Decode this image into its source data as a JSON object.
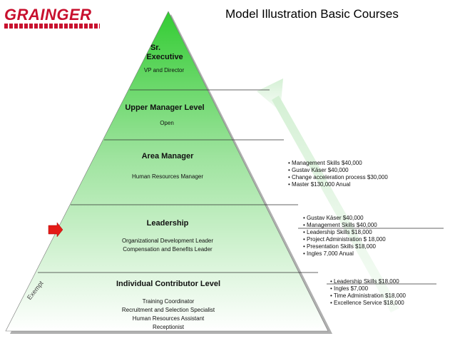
{
  "header": {
    "logo_text": "GRAINGER",
    "title": "Model Illustration Basic Courses"
  },
  "pyramid": {
    "levels": [
      {
        "title_line1": "Sr.",
        "title_line2": "Executive",
        "subtitle_lines": [
          "VP and Director"
        ]
      },
      {
        "title": "Upper Manager Level",
        "subtitle_lines": [
          "Open"
        ]
      },
      {
        "title": "Area Manager",
        "subtitle_lines": [
          "Human Resources Manager"
        ]
      },
      {
        "title": "Leadership",
        "subtitle_lines": [
          "Organizational Development Leader",
          "Compensation and Benefits  Leader"
        ]
      },
      {
        "title": "Individual Contributor Level",
        "subtitle_lines": [
          "Training Coordinator",
          "Recruitment and Selection Specialist",
          "Human Resources Assistant",
          "Receptionist"
        ]
      }
    ],
    "exempt_label": "Exempt"
  },
  "course_lists": {
    "area_manager": [
      "• Management Skills $40,000",
      "• Gustav  Käser $40,000",
      "• Change acceleration process $30,000",
      "• Master $130,000 Anual"
    ],
    "leadership": [
      "• Gustav Käser $40,000",
      "• Management Skills  $40,000",
      "• Leadership Skills $18,000",
      "• Project Administration $ 18,000",
      "• Presentation Skills $18,000",
      "• Ingles 7,000 Anual"
    ],
    "individual": [
      "• Leadership Skills $18,000",
      "• Ingles $7,000",
      "• Time Administration $18,000",
      "• Excellence Service $18,000"
    ]
  },
  "colors": {
    "pyramid_top": "#33cc33",
    "pyramid_bottom": "#ffffff",
    "arrow_marker": "#e41b17",
    "growth_arrow": "#d9f2d9"
  }
}
